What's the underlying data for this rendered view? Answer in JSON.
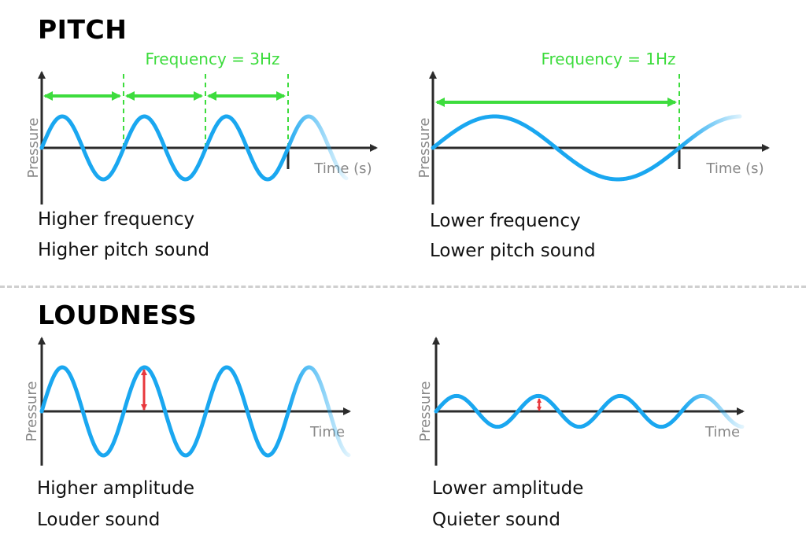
{
  "pitch": {
    "heading": "PITCH",
    "left": {
      "y_label": "Pressure",
      "x_label": "Time (s)",
      "frequency_label": "Frequency = 3Hz",
      "caption_line1": "Higher frequency",
      "caption_line2": "Higher pitch sound",
      "cycles_shown": 3,
      "frequency_hz": 3
    },
    "right": {
      "y_label": "Pressure",
      "x_label": "Time (s)",
      "frequency_label": "Frequency = 1Hz",
      "caption_line1": "Lower frequency",
      "caption_line2": "Lower pitch sound",
      "cycles_shown": 1,
      "frequency_hz": 1
    }
  },
  "loudness": {
    "heading": "LOUDNESS",
    "left": {
      "y_label": "Pressure",
      "x_label": "Time",
      "caption_line1": "Higher amplitude",
      "caption_line2": "Louder sound",
      "relative_amplitude": 1.0
    },
    "right": {
      "y_label": "Pressure",
      "x_label": "Time",
      "caption_line1": "Lower amplitude",
      "caption_line2": "Quieter sound",
      "relative_amplitude": 0.35
    }
  },
  "colors": {
    "wave": "#1aa7f0",
    "axis": "#2b2b2b",
    "frequency_marker": "#3ddc3d",
    "amplitude_marker": "#e8383d",
    "axis_label": "#888888"
  }
}
